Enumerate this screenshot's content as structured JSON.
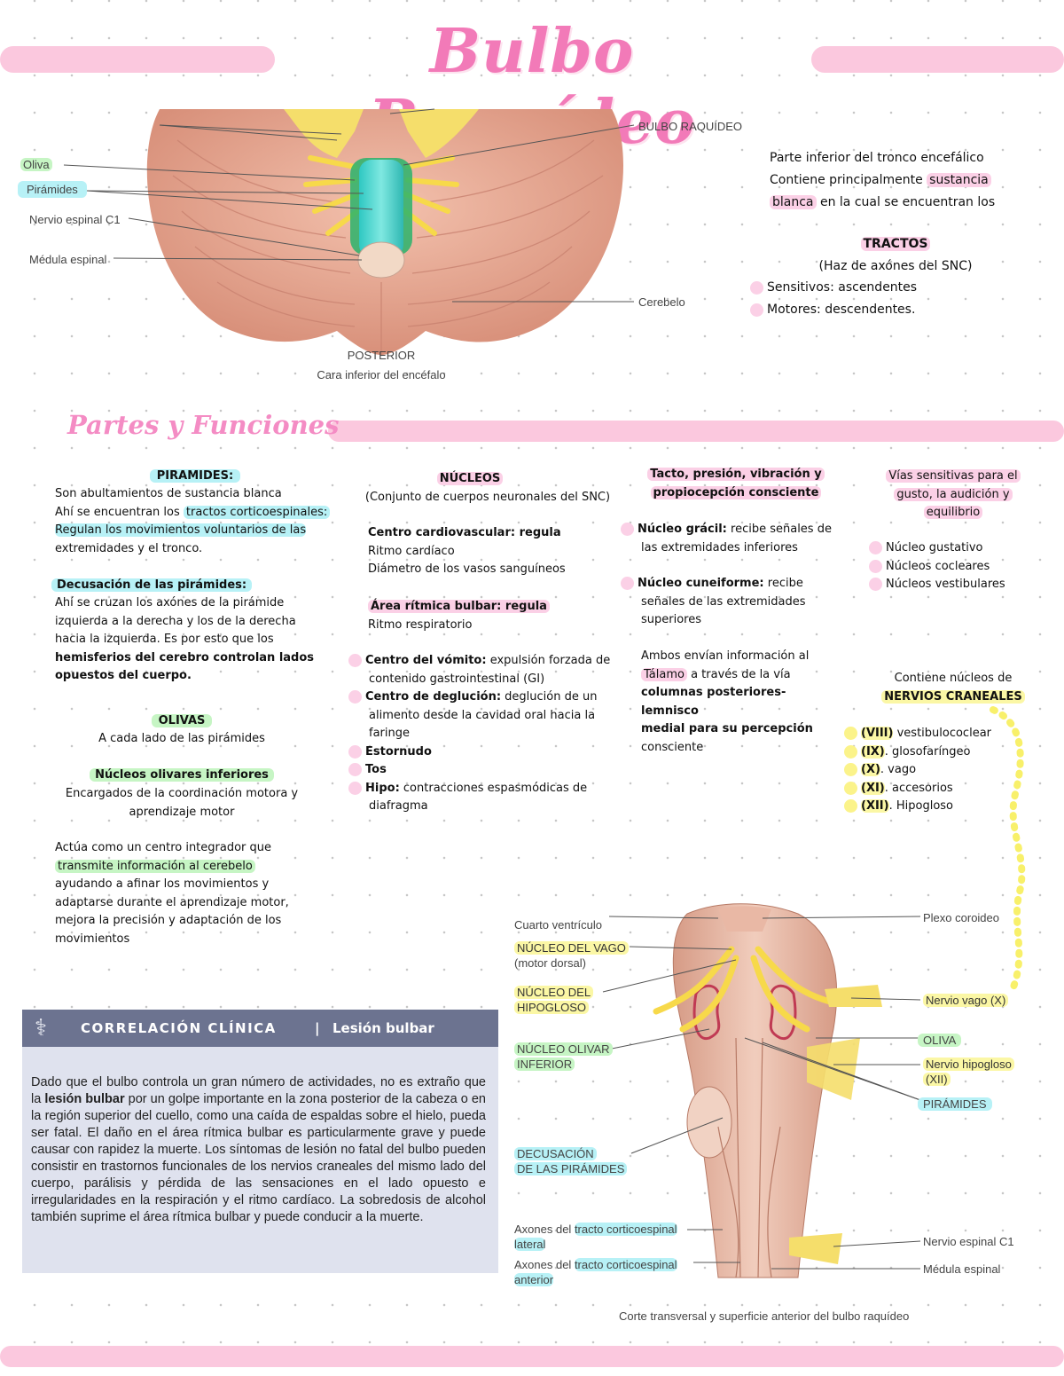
{
  "title": "Bulbo Raquídeo",
  "section_title": "Partes y Funciones",
  "figure_top": {
    "labels": {
      "oliva": "Oliva",
      "piramides": "Pirámides",
      "nervio_c1": "Nervio espinal C1",
      "medula": "Médula espinal",
      "bulbo": "BULBO RAQUÍDEO",
      "cerebelo": "Cerebelo"
    },
    "caption_view": "POSTERIOR",
    "caption": "Cara inferior del encéfalo"
  },
  "intro": {
    "line1": "Parte inferior del tronco encefálico",
    "line2a": "Contiene principalmente ",
    "line2b": "sustancia",
    "line3a": "blanca",
    "line3b": " en la cual se encuentran los",
    "tractos_title": "TRACTOS",
    "tractos_sub": "(Haz de axónes del SNC)",
    "sens": "Sensitivos: ascendentes",
    "mot": "Motores: descendentes."
  },
  "col1": {
    "piramides_title": "PIRAMIDES:",
    "p1": "Son abultamientos de sustancia blanca",
    "p2a": "Ahí se encuentran los ",
    "p2b": "tractos corticoespinales:",
    "p3": "Regulan los movimientos voluntarios de las",
    "p4": "extremidades y el tronco.",
    "decusacion_title": "Decusación de las pirámides:",
    "d1": "Ahí se cruzan los axónes de la pirámide",
    "d2": "izquierda a la derecha y los de la derecha",
    "d3": "hacia la izquierda. Es por esto que los",
    "d4": "hemisferios del cerebro controlan lados",
    "d5": "opuestos del cuerpo.",
    "olivas_title": "OLIVAS",
    "o1": "A cada lado de las pirámides",
    "nucleos_title": "Núcleos olivares inferiores",
    "n1": "Encargados de la coordinación motora y",
    "n2": "aprendizaje motor",
    "a1": "Actúa como un centro integrador que",
    "a2": "transmite información al cerebelo",
    "a3": "ayudando a afinar los movimientos y",
    "a4": "adaptarse durante el aprendizaje motor,",
    "a5": "mejora la precisión y adaptación de los",
    "a6": "movimientos"
  },
  "col2": {
    "title": "NÚCLEOS",
    "sub": "(Conjunto de cuerpos neuronales del SNC)",
    "c1": "Centro cardiovascular: regula",
    "c2": "Ritmo cardíaco",
    "c3": "Diámetro de los vasos sanguíneos",
    "r1": "Área rítmica bulbar: regula",
    "r2": "Ritmo respiratorio",
    "v1a": "Centro del vómito:",
    "v1b": " expulsión forzada de",
    "v2": "contenido gastrointestinal (GI)",
    "g1a": "Centro de deglución:",
    "g1b": " deglución de un",
    "g2": "alimento desde la cavidad oral hacia la",
    "g3": "faringe",
    "e1": "Estornudo",
    "t1": "Tos",
    "h1a": "Hipo:",
    "h1b": " contracciones espasmódicas de",
    "h2": "diafragma"
  },
  "col3": {
    "title1": "Tacto, presión, vibración y",
    "title2": "propiocepción consciente",
    "gr1a": "Núcleo grácil:",
    "gr1b": " recibe señales de",
    "gr2": "las extremidades inferiores",
    "cu1a": "Núcleo cuneiforme:",
    "cu1b": " recibe",
    "cu2": "señales de las extremidades",
    "cu3": "superiores",
    "am1": "Ambos envían información al",
    "am2a": "Tálamo",
    "am2b": " a través de la vía",
    "am3": "columnas posteriores- lemnisco",
    "am4": "medial para su percepción",
    "am5": "consciente"
  },
  "col4": {
    "v1": "Vías sensitivas para el",
    "v2": "gusto, la audición y",
    "v3": "equilibrio",
    "n1": "Núcleo gustativo",
    "n2": "Núcleos cocleares",
    "n3": "Núcleos vestibulares",
    "c1": "Contiene núcleos de",
    "c2": "NERVIOS CRANEALES",
    "cranial": [
      {
        "num": "(VIII)",
        "name": " vestibulococlear"
      },
      {
        "num": "(IX)",
        "name": ". glosofaríngeo"
      },
      {
        "num": "(X)",
        "name": ". vago"
      },
      {
        "num": "(XI)",
        "name": ". accesorios"
      },
      {
        "num": "(XII)",
        "name": ". Hipogloso"
      }
    ]
  },
  "clinical": {
    "header_main": "CORRELACIÓN CLÍNICA",
    "header_sep": "|",
    "header_sub": "Lesión bulbar",
    "t1": "Dado que el bulbo controla un gran número de actividades, no es extraño que la ",
    "t_bold": "lesión bulbar",
    "t2": " por un golpe importante en la zona posterior de la cabeza o en la región superior del cuello, como una caída de espaldas sobre el hielo, pueda ser fatal. El daño en el área rítmica bulbar es particularmente grave y puede causar con rapidez la muerte. Los síntomas de lesión no fatal del bulbo pueden consistir en trastornos funcionales de los nervios craneales del mismo lado del cuerpo, parálisis y pérdida de las sensaciones en el lado opuesto e irregularidades en la respiración y el ritmo cardíaco. La sobredosis de alcohol también suprime el área rítmica bulbar y puede conducir a la muerte."
  },
  "figure_bottom": {
    "cuarto": "Cuarto ventrículo",
    "vago1": "NÚCLEO DEL VAGO",
    "vago2": "(motor dorsal)",
    "hipo1": "NÚCLEO DEL",
    "hipo2": "HIPOGLOSO",
    "oli1": "NÚCLEO OLIVAR",
    "oli2": "INFERIOR",
    "dec1": "DECUSACIÓN",
    "dec2": "DE LAS PIRÁMIDES",
    "ax1a": "Axones del ",
    "ax1b": "tracto corticoespinal",
    "ax1c": "lateral",
    "ax2a": "Axones del ",
    "ax2b": "tracto corticoespinal",
    "ax2c": "anterior",
    "plexo": "Plexo coroideo",
    "nvago": "Nervio vago (X)",
    "oliva": "OLIVA",
    "nhipo1": "Nervio hipogloso",
    "nhipo2": "(XII)",
    "pir": "PIRÁMIDES",
    "c1": "Nervio espinal C1",
    "med": "Médula espinal",
    "caption": "Corte transversal y superficie anterior del bulbo raquídeo"
  }
}
